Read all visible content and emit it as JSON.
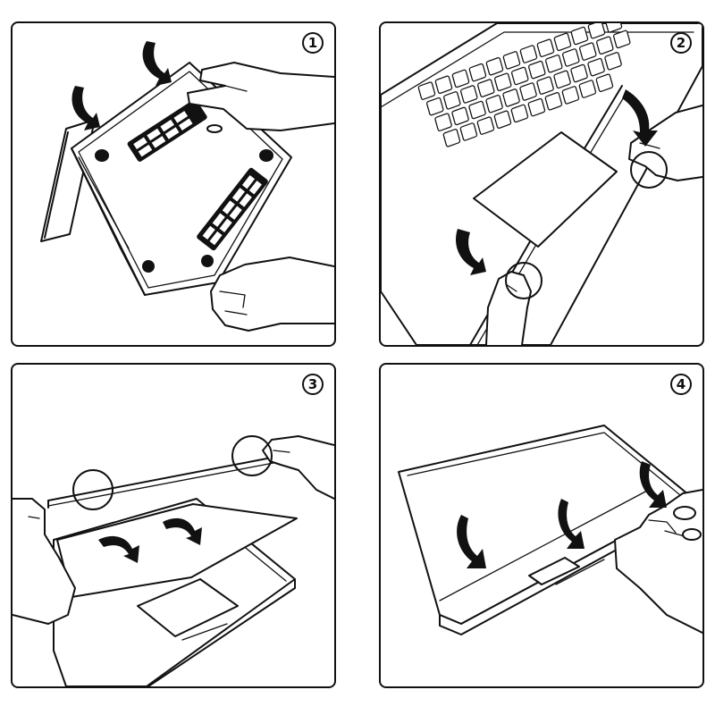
{
  "steps": [
    {
      "number": "1",
      "icon": "laptop-bottom-case-attach-illustration"
    },
    {
      "number": "2",
      "icon": "laptop-top-case-attach-illustration"
    },
    {
      "number": "3",
      "icon": "laptop-lid-case-snap-illustration"
    },
    {
      "number": "4",
      "icon": "laptop-closed-case-press-illustration"
    }
  ],
  "colors": {
    "line": "#111111",
    "background": "#ffffff"
  }
}
